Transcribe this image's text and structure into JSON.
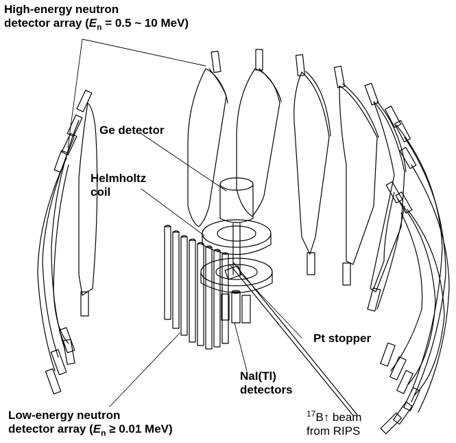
{
  "labels": {
    "high_line1": "High-energy neutron",
    "high_line2_pre": "detector array (",
    "high_E": "E",
    "high_sub": "n",
    "high_line2_post": " = 0.5 ~ 10 MeV)",
    "ge": "Ge detector",
    "helm_line1": "Helmholtz",
    "helm_line2": "coil",
    "pt": "Pt stopper",
    "nai_line1": "NaI(Tl)",
    "nai_line2": "detectors",
    "low_line1": "Low-energy neutron",
    "low_line2_pre": "detector array (",
    "low_E": "E",
    "low_sub": "n",
    "low_line2_post": " ≥ 0.01 MeV)",
    "beam_sup": "17",
    "beam_line1_post": "B↑ beam",
    "beam_line2": "from RIPS"
  },
  "colors": {
    "line": "#000000",
    "background": "#ffffff"
  }
}
